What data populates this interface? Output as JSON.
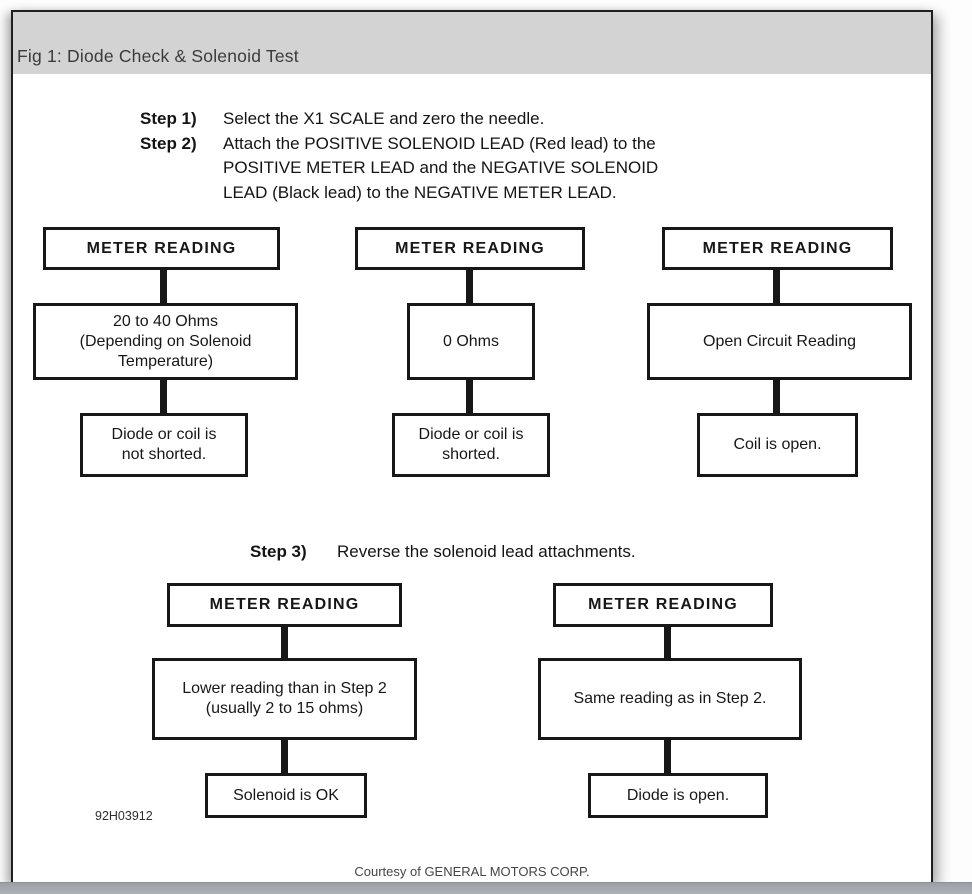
{
  "window": {
    "title": "Fig 1: Diode Check & Solenoid Test",
    "figure_code": "92H03912",
    "footer_credit": "Courtesy of GENERAL MOTORS CORP."
  },
  "steps": [
    {
      "label": "Step 1)",
      "text": "Select the X1 SCALE and zero the needle."
    },
    {
      "label": "Step 2)",
      "text": "Attach the POSITIVE SOLENOID LEAD (Red lead) to the\nPOSITIVE METER LEAD and the NEGATIVE SOLENOID\nLEAD (Black lead) to the NEGATIVE METER LEAD."
    },
    {
      "label": "Step 3)",
      "text": "Reverse the solenoid lead attachments."
    }
  ],
  "flowchart": {
    "step2_columns": [
      {
        "header": "METER READING",
        "reading": "20 to 40 Ohms\n(Depending on Solenoid\nTemperature)",
        "result": "Diode or coil is\nnot shorted."
      },
      {
        "header": "METER READING",
        "reading": "0 Ohms",
        "result": "Diode or coil is\nshorted."
      },
      {
        "header": "METER READING",
        "reading": "Open Circuit Reading",
        "result": "Coil is open."
      }
    ],
    "step3_columns": [
      {
        "header": "METER READING",
        "reading": "Lower reading than in Step 2\n(usually 2 to 15 ohms)",
        "result": "Solenoid is OK"
      },
      {
        "header": "METER READING",
        "reading": "Same reading as in Step 2.",
        "result": "Diode is open."
      }
    ]
  },
  "colors": {
    "titlebar_bg": "#d3d3d3",
    "ink": "#171717",
    "scrollbar": "#a4aaaf"
  }
}
